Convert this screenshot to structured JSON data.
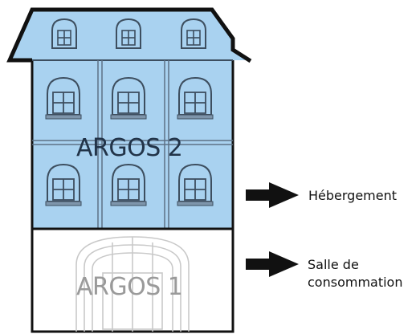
{
  "building": {
    "upper_floor_label": "ARGOS 2",
    "lower_floor_label": "ARGOS 1",
    "upper_fill_color": "#a9d2f0",
    "lower_fill_color": "#ffffff",
    "outline_color": "#111111"
  },
  "annotations": {
    "upper_text": "Hébergement",
    "lower_text_line1": "Salle de",
    "lower_text_line2": "consommation"
  }
}
